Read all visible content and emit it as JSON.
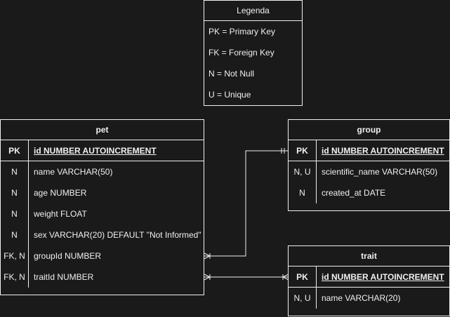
{
  "legend": {
    "title": "Legenda",
    "items": [
      "PK = Primary Key",
      "FK = Foreign Key",
      "N = Not Null",
      "U = Unique"
    ]
  },
  "entities": {
    "pet": {
      "title": "pet",
      "pk": {
        "key": "PK",
        "col": "id NUMBER AUTOINCREMENT"
      },
      "rows": [
        {
          "key": "N",
          "col": "name VARCHAR(50)"
        },
        {
          "key": "N",
          "col": "age NUMBER"
        },
        {
          "key": "N",
          "col": "weight FLOAT"
        },
        {
          "key": "N",
          "col": "sex VARCHAR(20) DEFAULT \"Not Informed\""
        },
        {
          "key": "FK, N",
          "col": "groupId NUMBER"
        },
        {
          "key": "FK, N",
          "col": "traitId NUMBER"
        }
      ]
    },
    "group": {
      "title": "group",
      "pk": {
        "key": "PK",
        "col": "id NUMBER AUTOINCREMENT"
      },
      "rows": [
        {
          "key": "N, U",
          "col": "scientific_name VARCHAR(50)"
        },
        {
          "key": "N",
          "col": "created_at DATE"
        }
      ]
    },
    "trait": {
      "title": "trait",
      "pk": {
        "key": "PK",
        "col": "id NUMBER AUTOINCREMENT"
      },
      "rows": [
        {
          "key": "N, U",
          "col": "name VARCHAR(20)"
        }
      ]
    }
  },
  "colors": {
    "background": "#1a1a1a",
    "foreground": "#f0f0f0"
  }
}
